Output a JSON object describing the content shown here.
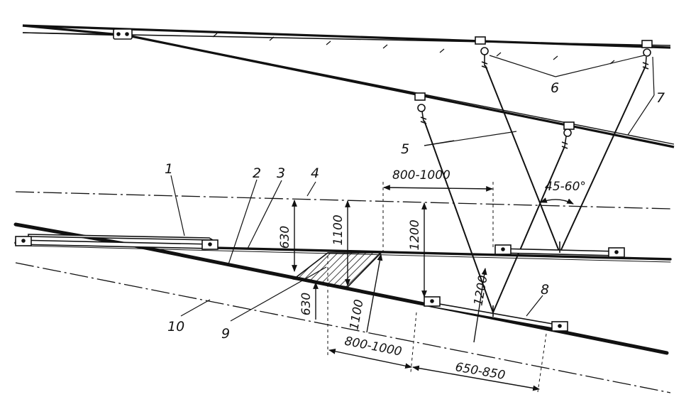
{
  "colors": {
    "ink": "#111111",
    "paper": "#ffffff"
  },
  "labels": {
    "l1": "1",
    "l2": "2",
    "l3": "3",
    "l4": "4",
    "l5": "5",
    "l6": "6",
    "l7": "7",
    "l8": "8",
    "l9": "9",
    "l10": "10"
  },
  "dimensions": {
    "d800_1000_top": "800-1000",
    "d45_60": "45-60°",
    "d630_upper": "630",
    "d1100_upper": "1100",
    "d1200_upper": "1200",
    "d630_lower": "630",
    "d1100_lower": "1100",
    "d1200_lower": "1200",
    "d800_1000_bottom": "800-1000",
    "d650_850": "650-850"
  }
}
